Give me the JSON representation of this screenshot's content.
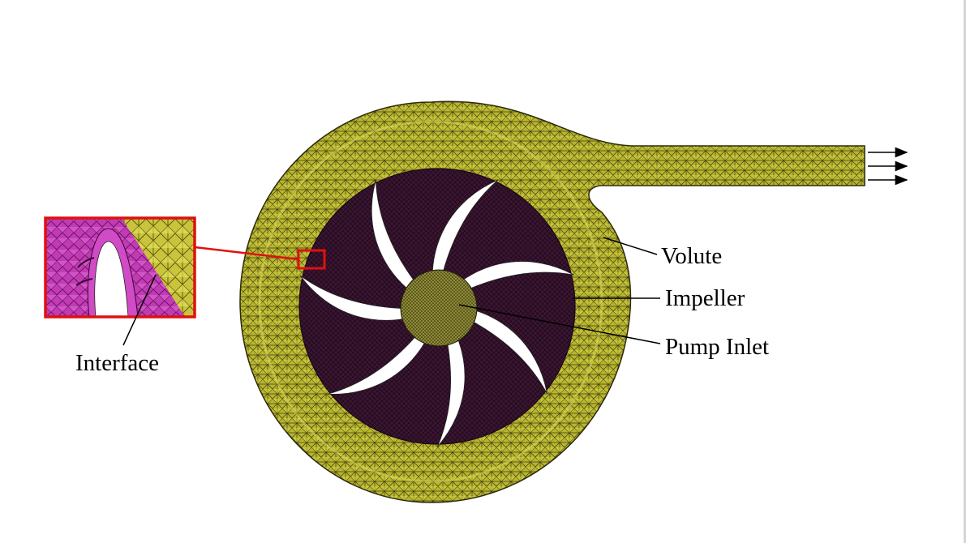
{
  "labels": {
    "volute": "Volute",
    "impeller": "Impeller",
    "pump_inlet": "Pump Inlet",
    "interface": "Interface"
  },
  "colors": {
    "volute_mesh": "#b5b32e",
    "volute_mesh_light": "#d6d344",
    "impeller_mesh": "#3a1530",
    "inlet_mesh": "#8f8a36",
    "inset_magenta": "#c43ab8",
    "inset_yellow": "#c9c43a",
    "callout_red": "#e01010",
    "blade": "#ffffff",
    "leader": "#000000"
  },
  "icons": {
    "outlet_arrows": "right-arrow-icon"
  }
}
